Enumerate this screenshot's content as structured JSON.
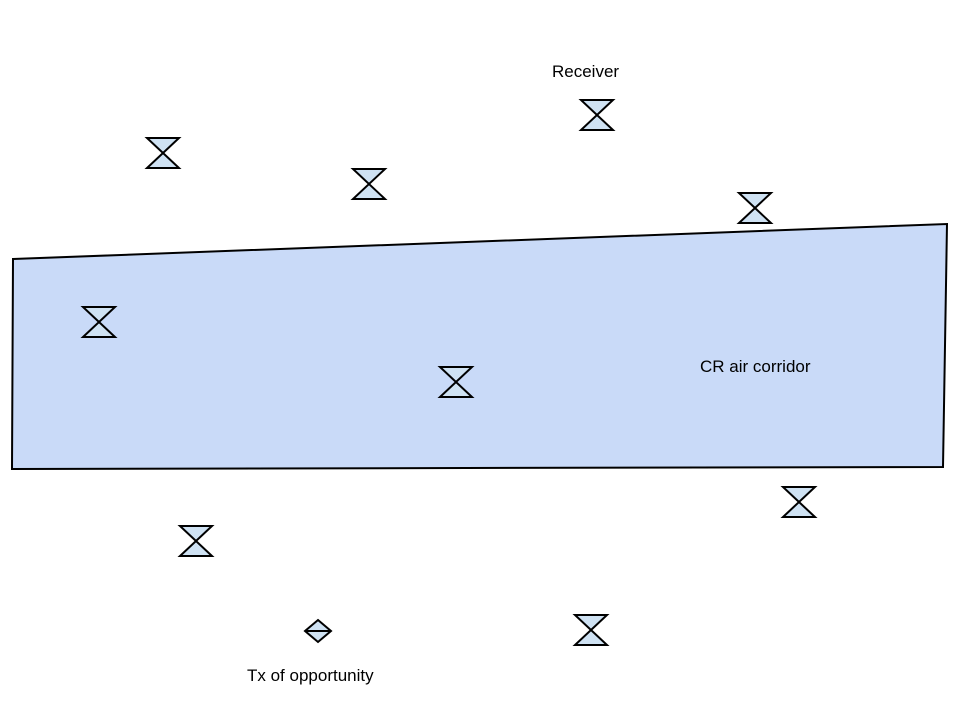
{
  "labels": {
    "receiver": "Receiver",
    "corridor": "CR air corridor",
    "transmitter": "Tx of opportunity"
  },
  "icons": {
    "receiver": "hourglass-icon",
    "transmitter": "diamond-icon"
  },
  "colors": {
    "corridor_fill": "#c9daf8",
    "icon_fill": "#cfe2f3",
    "stroke": "#000000",
    "background": "#ffffff"
  }
}
